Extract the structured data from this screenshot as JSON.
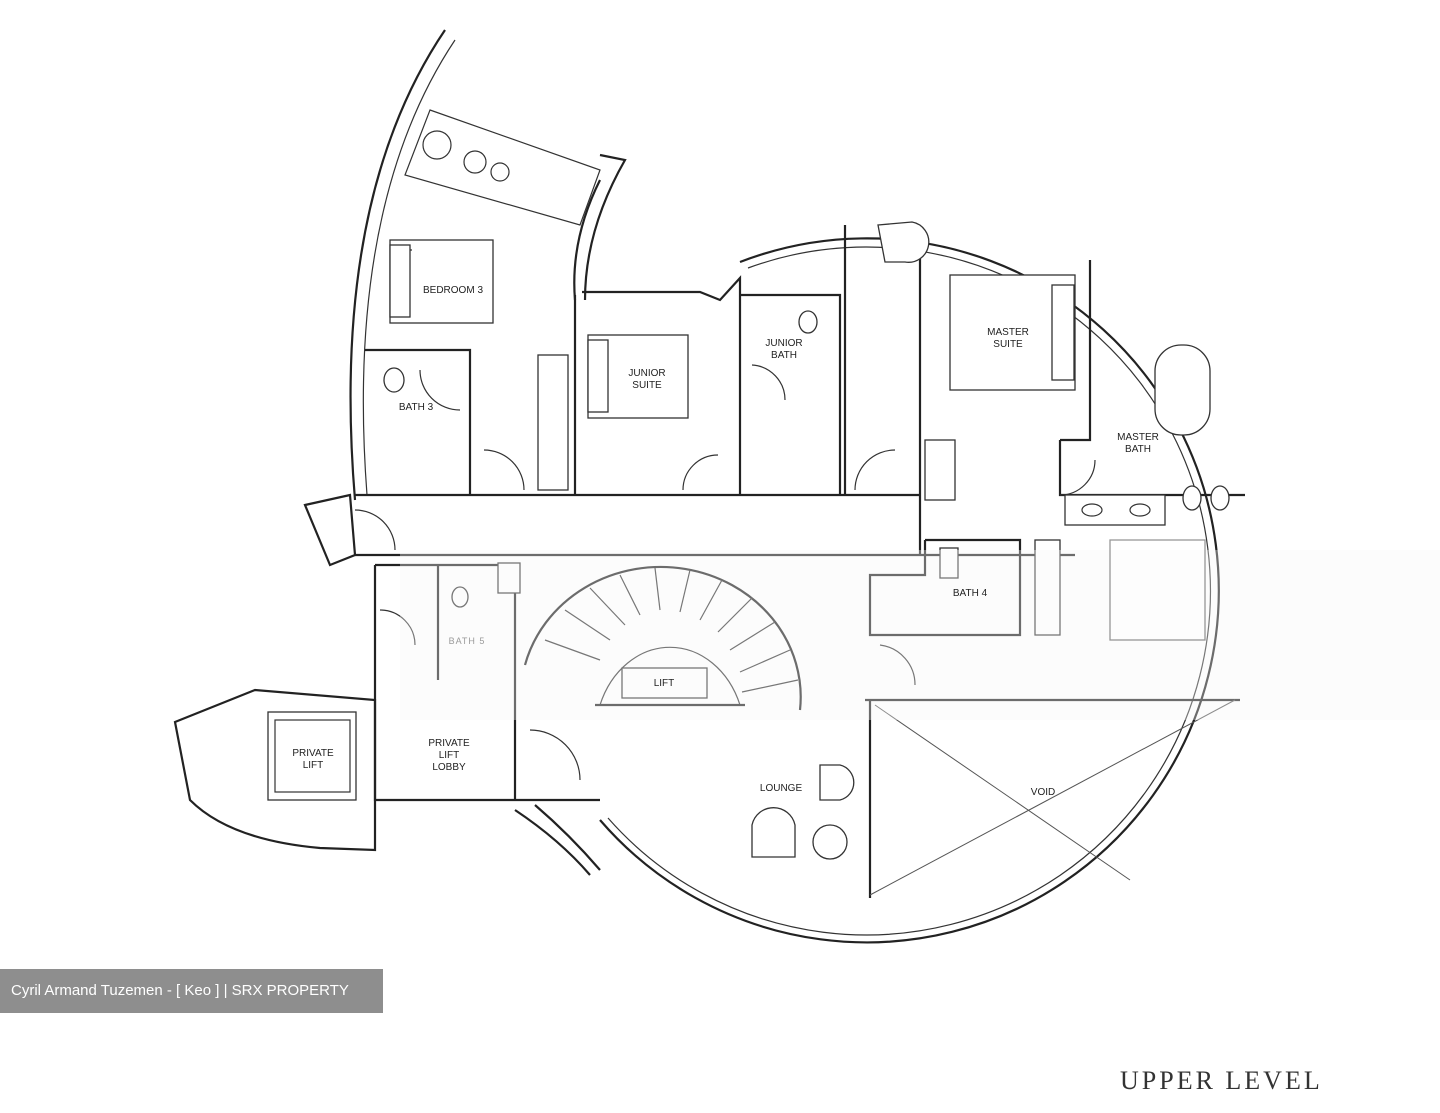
{
  "rooms": {
    "bedroom3": "BEDROOM 3",
    "junior_suite": "JUNIOR\nSUITE",
    "junior_bath": "JUNIOR\nBATH",
    "master_suite": "MASTER\nSUITE",
    "master_bath": "MASTER\nBATH",
    "bath3": "BATH 3",
    "bath4": "BATH 4",
    "bath5": "BATH 5",
    "lift": "LIFT",
    "private_lift": "PRIVATE\nLIFT",
    "private_lift_lobby": "PRIVATE\nLIFT\nLOBBY",
    "lounge": "LOUNGE",
    "void": "VOID"
  },
  "watermark": "Cyril Armand Tuzemen - [ Keo ] | SRX PROPERTY",
  "level_title": "UPPER LEVEL",
  "colors": {
    "line": "#222222",
    "watermark_bg": "#6e6e6e",
    "background": "#ffffff"
  }
}
